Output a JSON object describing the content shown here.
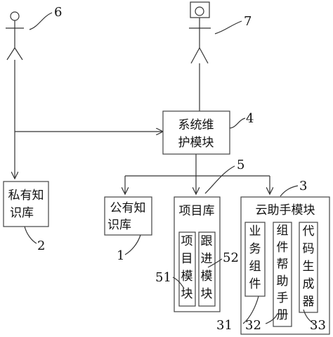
{
  "boxes": {
    "system": {
      "line1": "系统维",
      "line2": "护模块"
    },
    "private_kb": {
      "line1": "私有知",
      "line2": "识库"
    },
    "public_kb": {
      "line1": "公有知",
      "line2": "识库"
    },
    "project_lib": {
      "title": "项目库",
      "project_module": [
        "项",
        "目",
        "模",
        "块"
      ],
      "followup_module": [
        "跟",
        "进",
        "模",
        "块"
      ]
    },
    "cloud": {
      "title": "云助手模块",
      "business_component": [
        "业",
        "务",
        "组",
        "件"
      ],
      "component_handbook": [
        "组",
        "件",
        "帮",
        "助",
        "手",
        "册"
      ],
      "code_generator": [
        "代",
        "码",
        "生",
        "成",
        "器"
      ]
    }
  },
  "ref_numbers": {
    "n1": "1",
    "n2": "2",
    "n3": "3",
    "n4": "4",
    "n5": "5",
    "n6": "6",
    "n7": "7",
    "n31": "31",
    "n32": "32",
    "n33": "33",
    "n51": "51",
    "n52": "52"
  }
}
